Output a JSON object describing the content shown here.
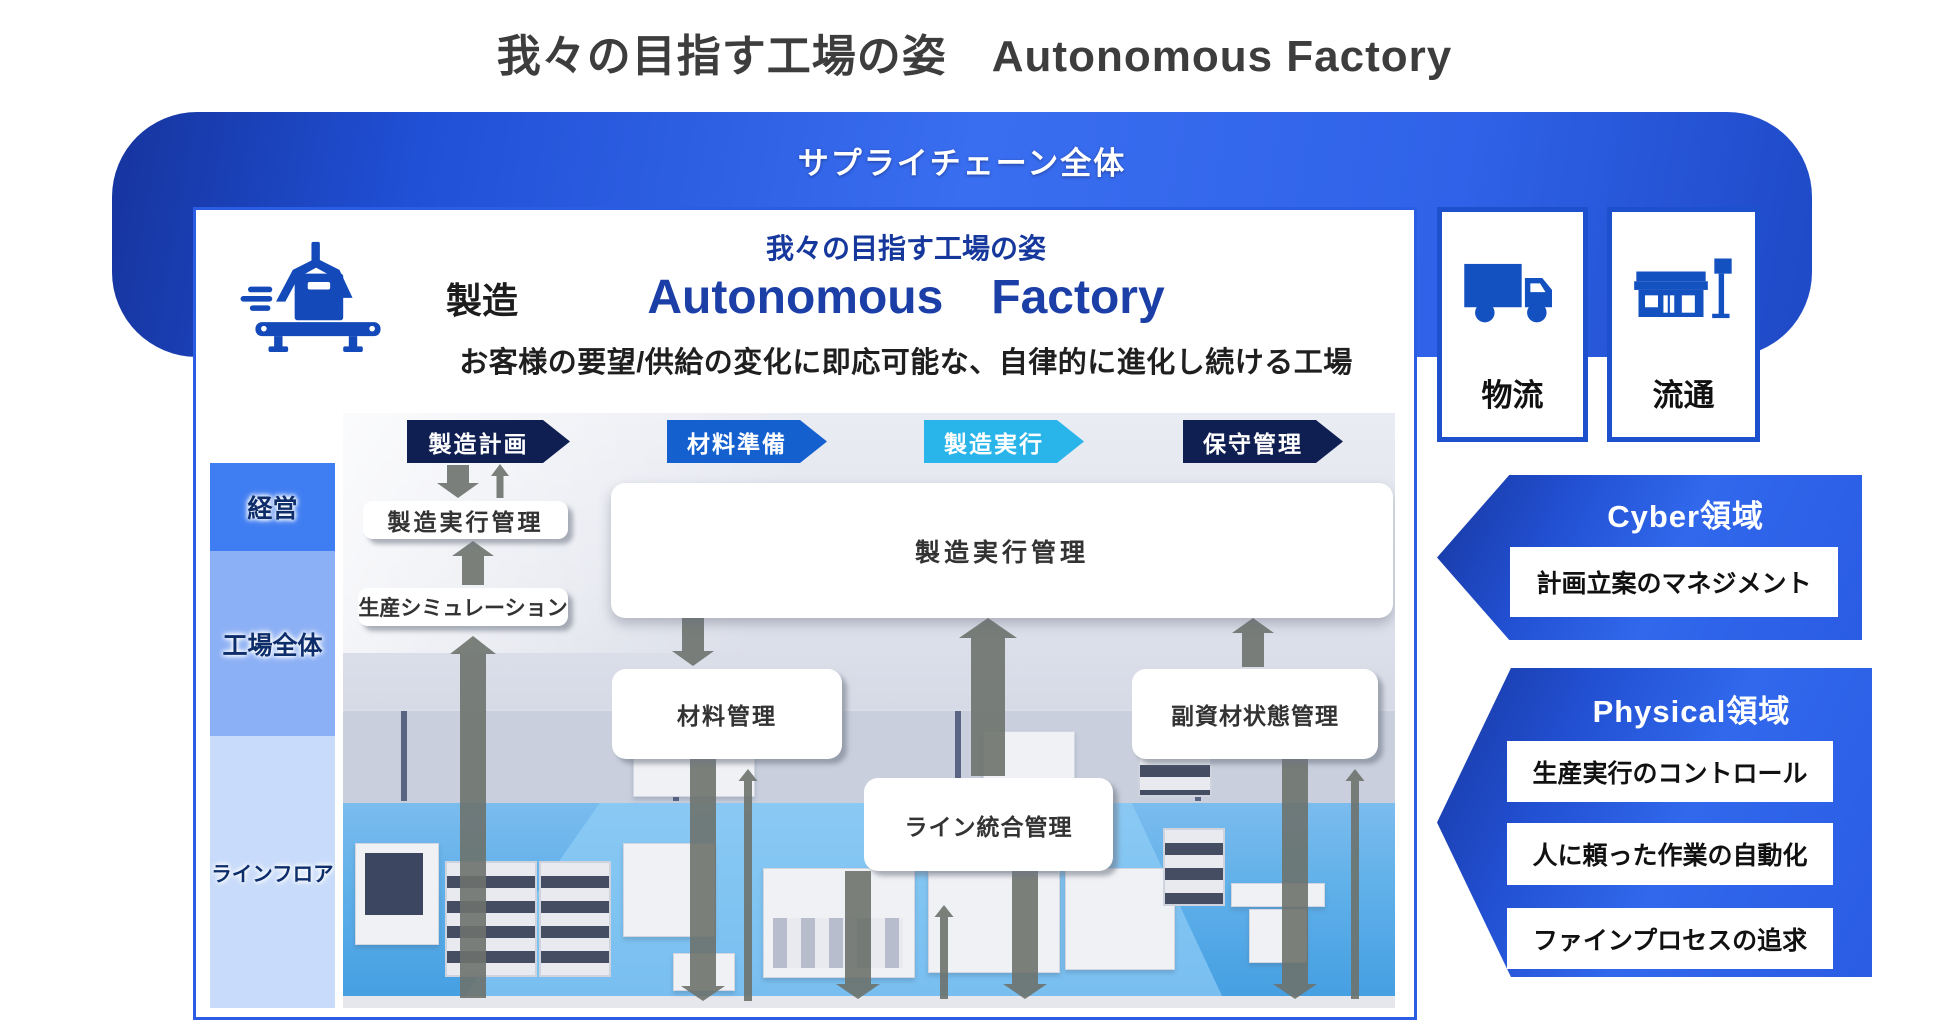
{
  "page": {
    "title": "我々の目指す工場の姿　Autonomous Factory"
  },
  "banner": {
    "label": "サプライチェーン全体"
  },
  "panel": {
    "category_label": "製造",
    "heading_jp": "我々の目指す工場の姿",
    "heading_en": "Autonomous　Factory",
    "subtitle": "お客様の要望/供給の変化に即応可能な、自律的に進化し続ける工場"
  },
  "flow": [
    {
      "label": "製造計画",
      "color": "#101f52"
    },
    {
      "label": "材料準備",
      "color": "#1560cf"
    },
    {
      "label": "製造実行",
      "color": "#29b5ea"
    },
    {
      "label": "保守管理",
      "color": "#101f52"
    }
  ],
  "layers": [
    {
      "label": "経営",
      "color": "#3f7df2"
    },
    {
      "label": "工場全体",
      "color": "#8cb0f5"
    },
    {
      "label": "ラインフロア",
      "color": "#c8dbfa"
    }
  ],
  "systems": {
    "mfg_exec_mgmt_small": "製造実行管理",
    "production_simulation": "生産シミュレーション",
    "mfg_exec_mgmt_main": "製造実行管理",
    "material_mgmt": "材料管理",
    "submaterial_status_mgmt": "副資材状態管理",
    "line_integration_mgmt": "ライン統合管理"
  },
  "supply_nodes": [
    {
      "label": "物流",
      "icon": "truck-icon"
    },
    {
      "label": "流通",
      "icon": "store-icon"
    }
  ],
  "cyber": {
    "title": "Cyber領域",
    "items": [
      "計画立案のマネジメント"
    ]
  },
  "physical": {
    "title": "Physical領域",
    "items": [
      "生産実行のコントロール",
      "人に頼った作業の自動化",
      "ファインプロセスの追求"
    ]
  },
  "colors": {
    "accent_blue": "#2b5ce4",
    "banner_blue": "#3a6ef0",
    "navy": "#101f52",
    "process_highlight": "#29b5ea",
    "icon_blue": "#1350c0",
    "arrow_gray": "#6d726d",
    "floor_blue": "#5fb0e9"
  }
}
